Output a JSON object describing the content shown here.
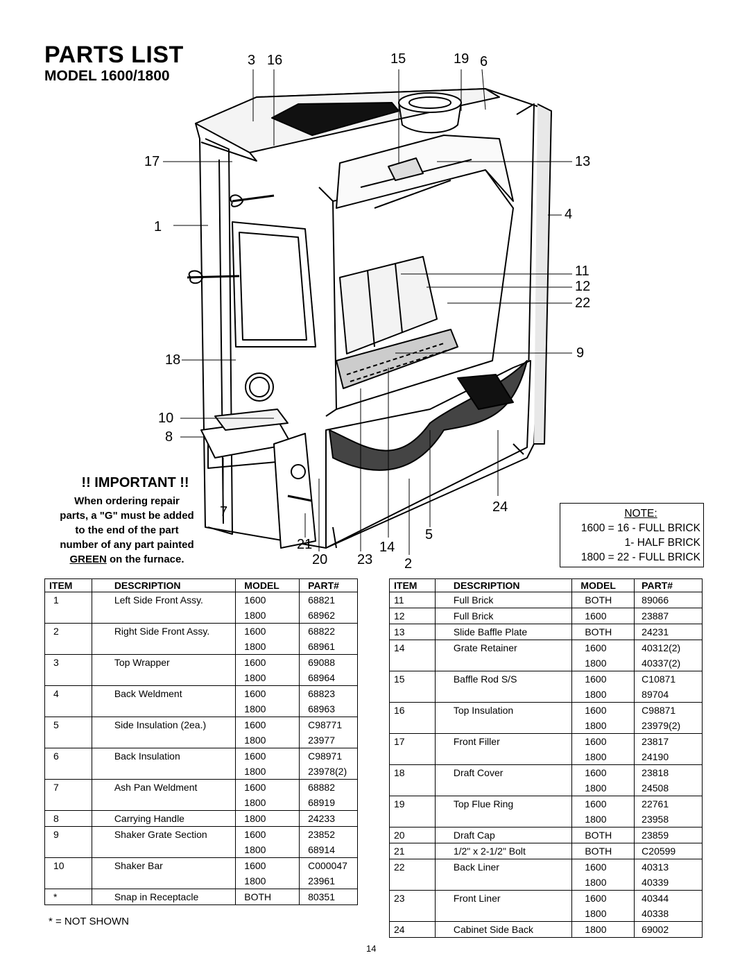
{
  "header": {
    "title": "PARTS LIST",
    "subtitle": "MODEL 1600/1800"
  },
  "callouts": [
    "3",
    "16",
    "15",
    "19",
    "6",
    "17",
    "13",
    "4",
    "1",
    "11",
    "12",
    "22",
    "18",
    "9",
    "10",
    "8",
    "7",
    "24",
    "5",
    "21",
    "14",
    "20",
    "23",
    "2"
  ],
  "important": {
    "heading": "!! IMPORTANT !!",
    "lines": [
      "When ordering repair",
      "parts, a \"G\" must be added",
      "to the end of the part",
      "number of any part painted"
    ],
    "green_word": "GREEN",
    "last_line_rest": " on the furnace."
  },
  "note": {
    "title": "NOTE:",
    "lines": [
      "1600 = 16 - FULL BRICK",
      "1- HALF BRICK",
      "1800 = 22 - FULL BRICK"
    ]
  },
  "table_headers": [
    "ITEM",
    "DESCRIPTION",
    "MODEL",
    "PART#"
  ],
  "left_table": [
    {
      "item": "1",
      "desc": "Left Side Front Assy.",
      "rows": [
        [
          "1600",
          "68821"
        ],
        [
          "1800",
          "68962"
        ]
      ]
    },
    {
      "item": "2",
      "desc": "Right Side Front Assy.",
      "rows": [
        [
          "1600",
          "68822"
        ],
        [
          "1800",
          "68961"
        ]
      ]
    },
    {
      "item": "3",
      "desc": "Top Wrapper",
      "rows": [
        [
          "1600",
          "69088"
        ],
        [
          "1800",
          "68964"
        ]
      ]
    },
    {
      "item": "4",
      "desc": "Back Weldment",
      "rows": [
        [
          "1600",
          "68823"
        ],
        [
          "1800",
          "68963"
        ]
      ]
    },
    {
      "item": "5",
      "desc": "Side Insulation (2ea.)",
      "rows": [
        [
          "1600",
          "C98771"
        ],
        [
          "1800",
          "23977"
        ]
      ]
    },
    {
      "item": "6",
      "desc": "Back Insulation",
      "rows": [
        [
          "1600",
          "C98971"
        ],
        [
          "1800",
          "23978(2)"
        ]
      ]
    },
    {
      "item": "7",
      "desc": "Ash Pan Weldment",
      "rows": [
        [
          "1600",
          "68882"
        ],
        [
          "1800",
          "68919"
        ]
      ]
    },
    {
      "item": "8",
      "desc": "Carrying Handle",
      "rows": [
        [
          "1800",
          "24233"
        ]
      ]
    },
    {
      "item": "9",
      "desc": "Shaker Grate Section",
      "rows": [
        [
          "1600",
          "23852"
        ],
        [
          "1800",
          "68914"
        ]
      ]
    },
    {
      "item": "10",
      "desc": "Shaker Bar",
      "rows": [
        [
          "1600",
          "C000047"
        ],
        [
          "1800",
          "23961"
        ]
      ]
    },
    {
      "item": "*",
      "desc": "Snap in Receptacle",
      "rows": [
        [
          "BOTH",
          "80351"
        ]
      ]
    }
  ],
  "right_table": [
    {
      "item": "11",
      "desc": "Full Brick",
      "rows": [
        [
          "BOTH",
          "89066"
        ]
      ]
    },
    {
      "item": "12",
      "desc": "Full Brick",
      "rows": [
        [
          "1600",
          "23887"
        ]
      ]
    },
    {
      "item": "13",
      "desc": "Slide Baffle Plate",
      "rows": [
        [
          "BOTH",
          "24231"
        ]
      ]
    },
    {
      "item": "14",
      "desc": "Grate Retainer",
      "rows": [
        [
          "1600",
          "40312(2)"
        ],
        [
          "1800",
          "40337(2)"
        ]
      ]
    },
    {
      "item": "15",
      "desc": "Baffle Rod S/S",
      "rows": [
        [
          "1600",
          "C10871"
        ],
        [
          "1800",
          "89704"
        ]
      ]
    },
    {
      "item": "16",
      "desc": "Top Insulation",
      "rows": [
        [
          "1600",
          "C98871"
        ],
        [
          "1800",
          "23979(2)"
        ]
      ]
    },
    {
      "item": "17",
      "desc": "Front Filler",
      "rows": [
        [
          "1600",
          "23817"
        ],
        [
          "1800",
          "24190"
        ]
      ]
    },
    {
      "item": "18",
      "desc": "Draft Cover",
      "rows": [
        [
          "1600",
          "23818"
        ],
        [
          "1800",
          "24508"
        ]
      ]
    },
    {
      "item": "19",
      "desc": "Top Flue Ring",
      "rows": [
        [
          "1600",
          "22761"
        ],
        [
          "1800",
          "23958"
        ]
      ]
    },
    {
      "item": "20",
      "desc": "Draft Cap",
      "rows": [
        [
          "BOTH",
          "23859"
        ]
      ]
    },
    {
      "item": "21",
      "desc": "1/2\" x 2-1/2\" Bolt",
      "rows": [
        [
          "BOTH",
          "C20599"
        ]
      ]
    },
    {
      "item": "22",
      "desc": "Back Liner",
      "rows": [
        [
          "1600",
          "40313"
        ],
        [
          "1800",
          "40339"
        ]
      ]
    },
    {
      "item": "23",
      "desc": "Front Liner",
      "rows": [
        [
          "1600",
          "40344"
        ],
        [
          "1800",
          "40338"
        ]
      ]
    },
    {
      "item": "24",
      "desc": "Cabinet Side Back",
      "rows": [
        [
          "1800",
          "69002"
        ]
      ]
    }
  ],
  "footnote": "* = NOT SHOWN",
  "page_number": "14"
}
